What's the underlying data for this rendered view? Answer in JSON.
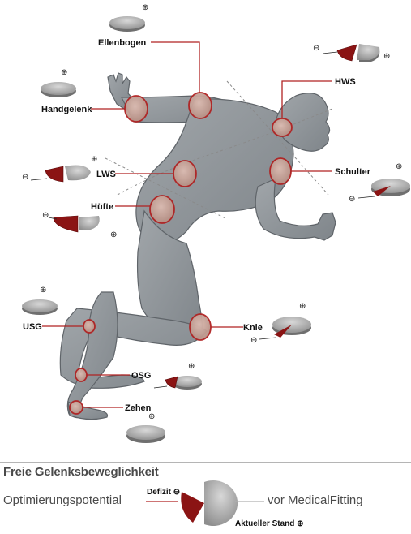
{
  "labels": {
    "ellenbogen": "Ellenbogen",
    "hws": "HWS",
    "handgelenk": "Handgelenk",
    "lws": "LWS",
    "schulter": "Schulter",
    "huefte": "Hüfte",
    "usg": "USG",
    "knie": "Knie",
    "osg": "OSG",
    "zehen": "Zehen"
  },
  "symbols": {
    "plus": "⊕",
    "minus": "⊖"
  },
  "legend": {
    "title": "Freie Gelenksbeweglichkeit",
    "subtitle": "Optimierungspotential",
    "deficit": "Defizit ⊖",
    "after": "vor MedicalFitting",
    "current": "Aktueller Stand ⊕"
  },
  "colors": {
    "body": "#8f9599",
    "joint": "#c9a79c",
    "joint_stroke": "#b02222",
    "disc": "#a8a8a8",
    "deficit": "#8b1414",
    "leader": "#b02222"
  }
}
